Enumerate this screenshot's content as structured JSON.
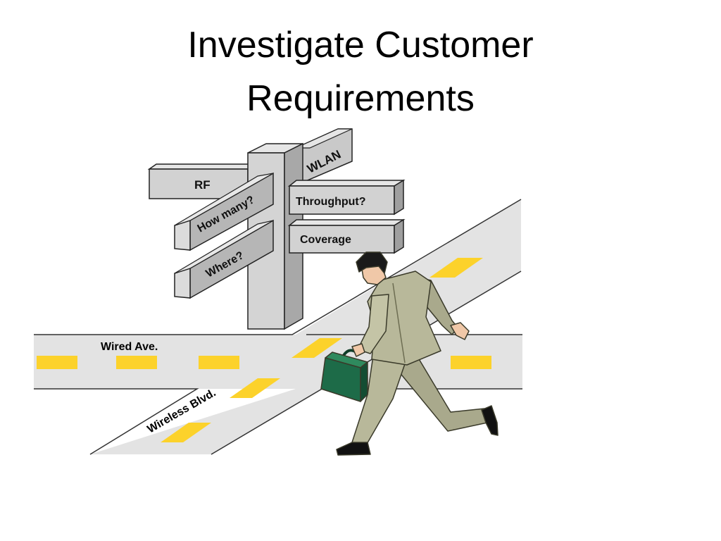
{
  "slide": {
    "title_line1": "Investigate Customer",
    "title_line2": "Requirements"
  },
  "signs": {
    "rf": "RF",
    "wlan": "WLAN",
    "how_many": "How many?",
    "where": "Where?",
    "throughput": "Throughput?",
    "coverage": "Coverage"
  },
  "roads": {
    "wired": "Wired Ave.",
    "wireless": "Wireless Blvd."
  },
  "colors": {
    "road": "#e3e3e3",
    "lane_marking": "#fcd22b",
    "sign_face": "#cfcfcf",
    "sign_dark": "#9a9a9a",
    "suit": "#b8b89a",
    "briefcase": "#1d6b48"
  }
}
